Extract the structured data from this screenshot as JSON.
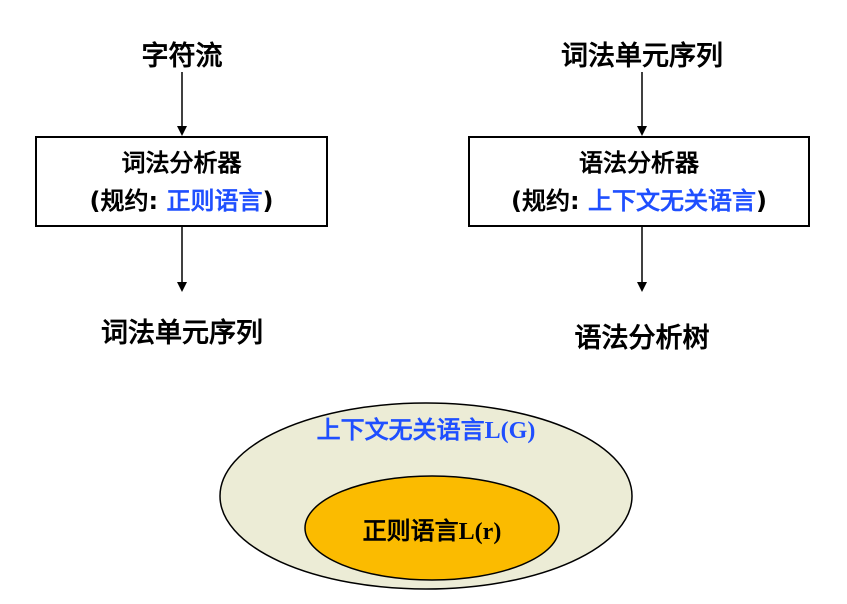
{
  "left": {
    "input": "字符流",
    "box_title": "词法分析器",
    "box_spec_prefix": "(规约: ",
    "box_spec_lang": "正则语言",
    "box_spec_suffix": ")",
    "output": "词法单元序列"
  },
  "right": {
    "input": "词法单元序列",
    "box_title": "语法分析器",
    "box_spec_prefix": "(规约: ",
    "box_spec_lang": "上下文无关语言",
    "box_spec_suffix": ")",
    "output": "语法分析树"
  },
  "venn": {
    "outer_cn": "上下文无关语言",
    "outer_math": "L(G)",
    "inner_cn": "正则语言",
    "inner_math": "L(r)",
    "outer_color": "#ececd6",
    "inner_color": "#fbbb00",
    "label_blue": "#1f4fff"
  }
}
